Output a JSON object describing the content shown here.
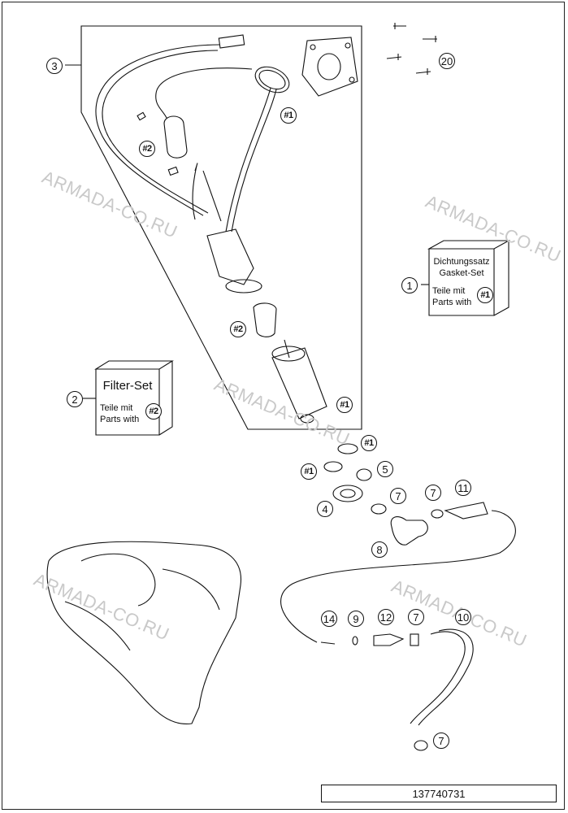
{
  "watermark_text": "ARMADA-CO.RU",
  "gasket_set": {
    "title_de": "Dichtungssatz",
    "title_en": "Gasket-Set",
    "teile_mit": "Teile mit",
    "parts_with": "Parts with",
    "ref": "#1"
  },
  "filter_set": {
    "title": "Filter-Set",
    "teile_mit": "Teile mit",
    "parts_with": "Parts with",
    "ref": "#2"
  },
  "callouts": {
    "c1": "1",
    "c2": "2",
    "c3": "3",
    "c4": "4",
    "c5": "5",
    "c7a": "7",
    "c7b": "7",
    "c7c": "7",
    "c7d": "7",
    "c8": "8",
    "c9": "9",
    "c10": "10",
    "c11": "11",
    "c12": "12",
    "c14": "14",
    "c20": "20",
    "r1a": "#1",
    "r1b": "#1",
    "r1c": "#1",
    "r1d": "#1",
    "r2a": "#2",
    "r2b": "#2"
  },
  "figure_number": "137740731",
  "colors": {
    "line": "#111111",
    "watermark": "#c9c9c9",
    "background": "#ffffff"
  }
}
